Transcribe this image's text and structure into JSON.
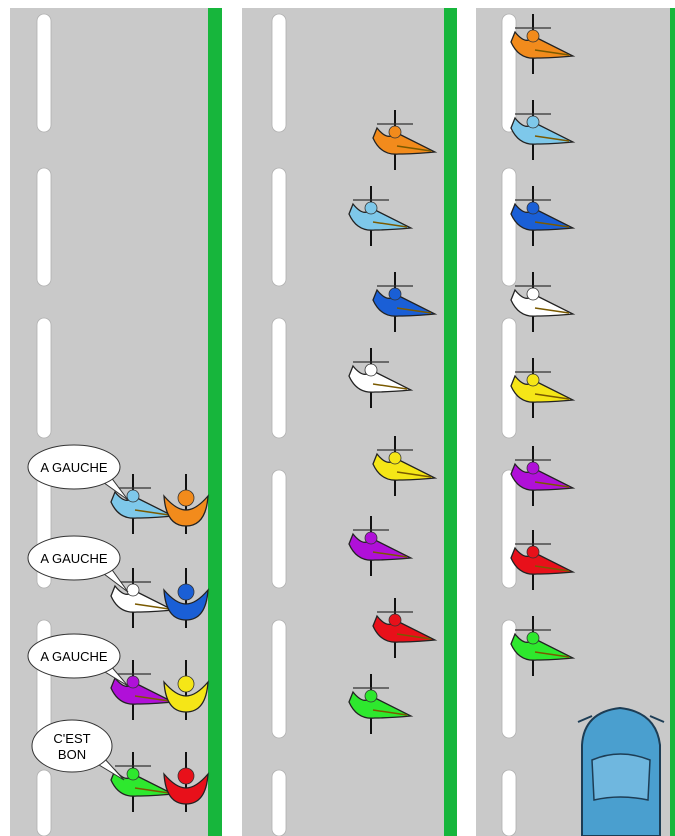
{
  "colors": {
    "road": "#c9c9c9",
    "verge": "#17b63c",
    "lane_marking": "#ffffff",
    "background": "#ffffff",
    "car": "#4a9fcf"
  },
  "panels": [
    {
      "id": "panel-1",
      "riders": [
        {
          "color": "#7ec8ea"
        },
        {
          "color": "#f28b1c"
        },
        {
          "color": "#ffffff"
        },
        {
          "color": "#1a5fd6"
        },
        {
          "color": "#b010d8"
        },
        {
          "color": "#f5e617"
        },
        {
          "color": "#2ee82e"
        },
        {
          "color": "#e8101a"
        }
      ]
    },
    {
      "id": "panel-2",
      "riders": [
        {
          "color": "#f28b1c"
        },
        {
          "color": "#7ec8ea"
        },
        {
          "color": "#1a5fd6"
        },
        {
          "color": "#ffffff"
        },
        {
          "color": "#f5e617"
        },
        {
          "color": "#b010d8"
        },
        {
          "color": "#e8101a"
        },
        {
          "color": "#2ee82e"
        }
      ]
    },
    {
      "id": "panel-3",
      "riders": [
        {
          "color": "#f28b1c"
        },
        {
          "color": "#7ec8ea"
        },
        {
          "color": "#1a5fd6"
        },
        {
          "color": "#ffffff"
        },
        {
          "color": "#f5e617"
        },
        {
          "color": "#b010d8"
        },
        {
          "color": "#e8101a"
        },
        {
          "color": "#2ee82e"
        }
      ]
    }
  ],
  "bubbles": [
    {
      "lines": [
        "A GAUCHE"
      ]
    },
    {
      "lines": [
        "A GAUCHE"
      ]
    },
    {
      "lines": [
        "A GAUCHE"
      ]
    },
    {
      "lines": [
        "C'EST",
        "BON"
      ]
    }
  ]
}
